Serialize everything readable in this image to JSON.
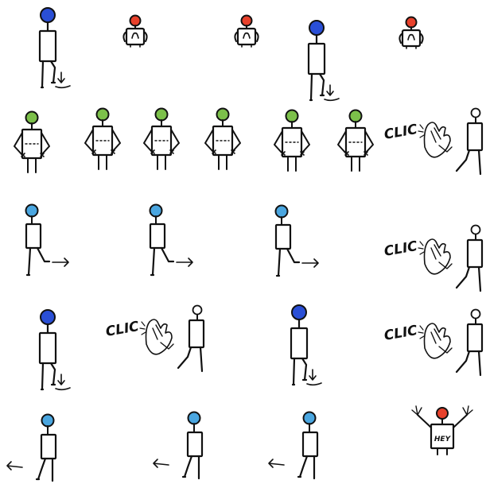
{
  "colors": {
    "ink": "#111111",
    "blue": "#2a4fd6",
    "red": "#e8412b",
    "green": "#7cc04a",
    "light_blue": "#4aa6e0",
    "background": "#ffffff"
  },
  "labels": {
    "clic": "CLIC",
    "hey": "HEY"
  },
  "rows": [
    {
      "name": "row-1",
      "figures": [
        "stomp-blue",
        "peek-red",
        "peek-red",
        "stomp-blue",
        "peek-red"
      ]
    },
    {
      "name": "row-2",
      "figures": [
        "hands-on-hips-green",
        "hands-on-hips-green",
        "hands-on-hips-green",
        "hands-on-hips-green",
        "hands-on-hips-green",
        "hands-on-hips-green",
        "clap"
      ]
    },
    {
      "name": "row-3",
      "figures": [
        "kick-right-lightblue",
        "kick-right-lightblue",
        "kick-right-lightblue",
        "clap"
      ]
    },
    {
      "name": "row-4",
      "figures": [
        "stomp-blue",
        "clap",
        "stomp-blue",
        "clap"
      ]
    },
    {
      "name": "row-5",
      "figures": [
        "walk-left-lightblue",
        "walk-left-lightblue",
        "walk-left-lightblue",
        "hey-red"
      ]
    }
  ]
}
